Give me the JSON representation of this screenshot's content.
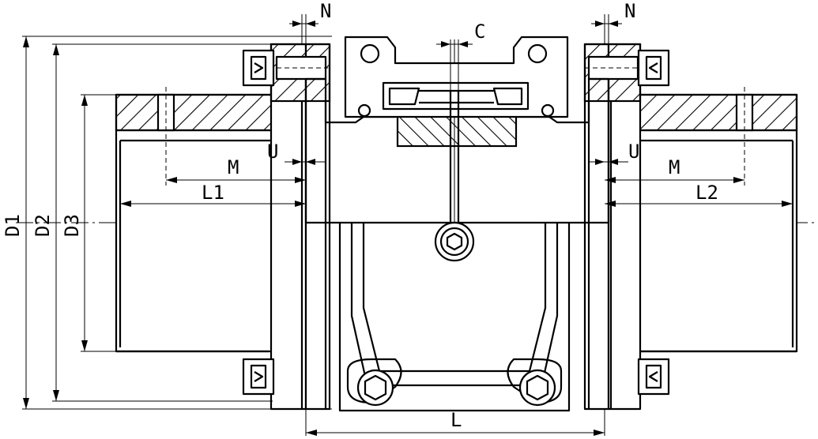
{
  "labels": {
    "n_left": "N",
    "n_right": "N",
    "c": "C",
    "m_left": "M",
    "m_right": "M",
    "u_left": "U",
    "u_right": "U",
    "l1": "L1",
    "l2": "L2",
    "l": "L",
    "d1": "D1",
    "d2": "D2",
    "d3": "D3"
  }
}
